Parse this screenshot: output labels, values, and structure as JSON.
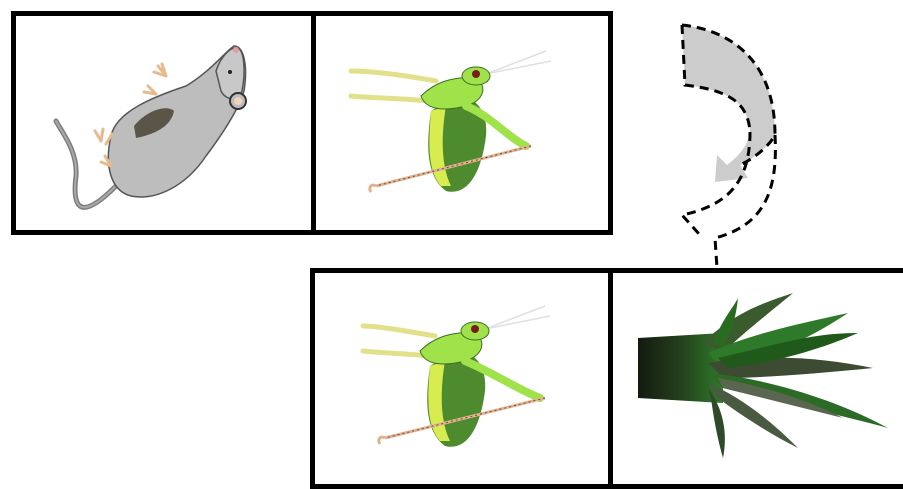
{
  "panels": [
    {
      "id": "mouse",
      "icon": "mouse-icon"
    },
    {
      "id": "grasshopper-top",
      "icon": "grasshopper-icon"
    },
    {
      "id": "grasshopper-bottom",
      "icon": "grasshopper-icon"
    },
    {
      "id": "grass",
      "icon": "grass-icon"
    }
  ],
  "arrow": {
    "icon": "curved-arrow-icon",
    "style": "dashed",
    "fill": "#cccccc"
  },
  "colors": {
    "border": "#000000",
    "mouse_body": "#bdbdbd",
    "mouse_dark": "#5a5548",
    "mouse_pink": "#f1d3b8",
    "hopper_light": "#9fe24a",
    "hopper_dark": "#4e8a2e",
    "hopper_yellow": "#d7ec4f",
    "grass_dark": "#1f2a17",
    "grass_green": "#2f7a2a"
  }
}
